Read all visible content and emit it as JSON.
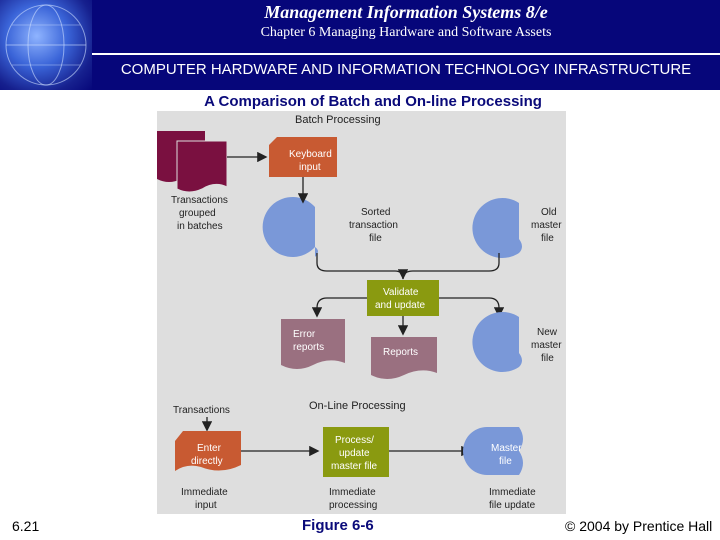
{
  "header": {
    "title": "Management Information Systems 8/e",
    "subtitle": "Chapter 6 Managing Hardware and Software Assets",
    "section": "COMPUTER HARDWARE AND INFORMATION TECHNOLOGY INFRASTRUCTURE"
  },
  "slide_title": "A Comparison of Batch and On-line Processing",
  "diagram": {
    "batch_heading": "Batch Processing",
    "online_heading": "On-Line Processing",
    "batch": {
      "transactions": [
        "Transactions",
        "grouped",
        "in batches"
      ],
      "keyboard_input": [
        "Keyboard",
        "input"
      ],
      "sorted_file": [
        "Sorted",
        "transaction",
        "file"
      ],
      "old_master": [
        "Old",
        "master",
        "file"
      ],
      "validate": [
        "Validate",
        "and update"
      ],
      "error_reports": [
        "Error",
        "reports"
      ],
      "reports": "Reports",
      "new_master": [
        "New",
        "master",
        "file"
      ]
    },
    "online": {
      "transactions": "Transactions",
      "enter_directly": [
        "Enter",
        "directly"
      ],
      "process_update": [
        "Process/",
        "update",
        "master file"
      ],
      "master_file": [
        "Master",
        "file"
      ],
      "immediate_input": [
        "Immediate",
        "input"
      ],
      "immediate_processing": [
        "Immediate",
        "processing"
      ],
      "immediate_update": [
        "Immediate",
        "file update"
      ]
    },
    "colors": {
      "maroon": "#7a1040",
      "orange": "#c85a32",
      "olive": "#8a9a10",
      "purple": "#9a7080",
      "blue": "#7a98d8",
      "panel": "#dedede"
    }
  },
  "footer": {
    "page": "6.21",
    "figure": "Figure 6-6",
    "copyright": "© 2004 by Prentice Hall"
  }
}
